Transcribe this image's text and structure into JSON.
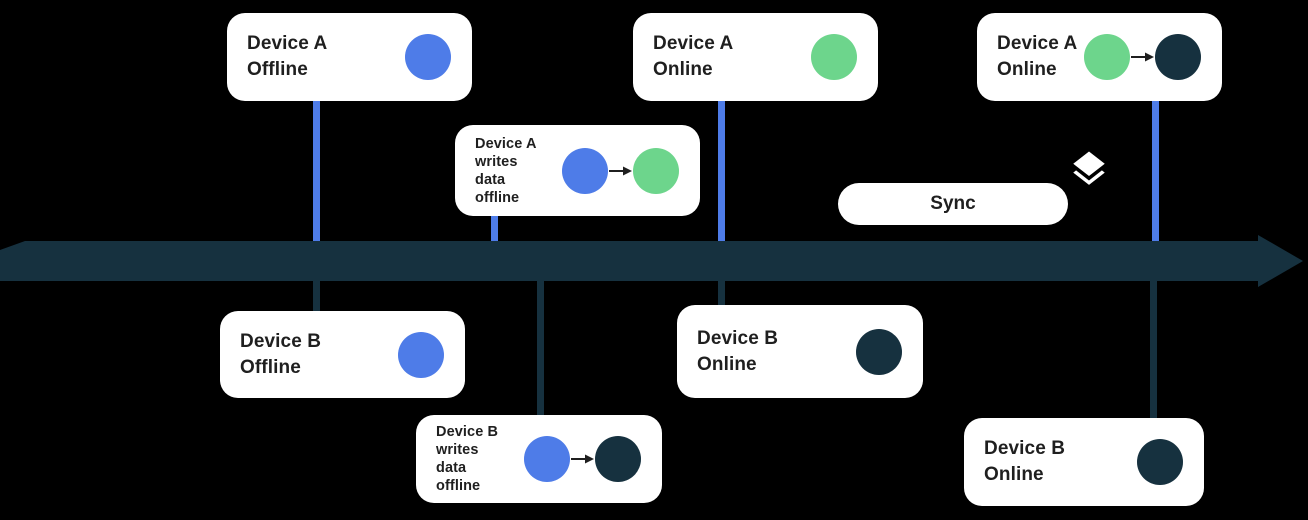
{
  "diagram": {
    "title_hint": "device offline/online sync timeline",
    "colors": {
      "background": "#000000",
      "card_background": "#FFFFFF",
      "offline_blue": "#4E7CE8",
      "online_green": "#6DD58C",
      "synced_navy": "#16313F",
      "text": "#1F1F1F"
    },
    "timeline": {
      "shape": "right-arrow",
      "color": "#16313F"
    },
    "cards": [
      {
        "id": "device-a-offline",
        "lines": [
          "Device A",
          "Offline"
        ],
        "dots": [
          "blue"
        ]
      },
      {
        "id": "device-a-writes",
        "lines": [
          "Device A",
          "writes",
          "data",
          "offline"
        ],
        "dots": [
          "blue",
          "green"
        ]
      },
      {
        "id": "device-a-online-1",
        "lines": [
          "Device A",
          "Online"
        ],
        "dots": [
          "green"
        ]
      },
      {
        "id": "device-a-online-2",
        "lines": [
          "Device A",
          "Online"
        ],
        "dots": [
          "green",
          "navy"
        ]
      },
      {
        "id": "device-b-offline",
        "lines": [
          "Device B",
          "Offline"
        ],
        "dots": [
          "blue"
        ]
      },
      {
        "id": "device-b-writes",
        "lines": [
          "Device B",
          "writes",
          "data",
          "offline"
        ],
        "dots": [
          "blue",
          "navy"
        ]
      },
      {
        "id": "device-b-online-1",
        "lines": [
          "Device B",
          "Online"
        ],
        "dots": [
          "navy"
        ]
      },
      {
        "id": "device-b-online-2",
        "lines": [
          "Device B",
          "Online"
        ],
        "dots": [
          "navy"
        ]
      }
    ],
    "sync_button": {
      "label": "Sync"
    }
  }
}
